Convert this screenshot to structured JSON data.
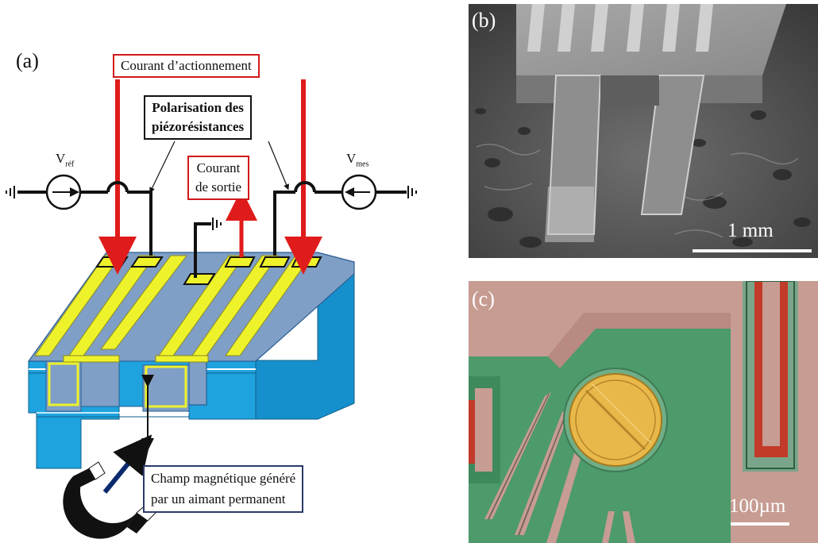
{
  "panel_a": {
    "letter": "(a)",
    "label_current_actuation": "Courant d’actionnement",
    "label_polarization_line1": "Polarisation des",
    "label_polarization_line2": "piézorésistances",
    "label_output_line1": "Courant",
    "label_output_line2": "de sortie",
    "label_field_line1": "Champ magnétique généré",
    "label_field_line2": "par un aimant permanent",
    "v_ref_main": "V",
    "v_ref_sub": "réf",
    "v_mes_main": "V",
    "v_mes_sub": "mes"
  },
  "panel_b": {
    "letter": "(b)",
    "scale_label": "1 mm"
  },
  "panel_c": {
    "letter": "(c)",
    "scale_label": "100µm"
  },
  "colors": {
    "substrate_blue": "#1ea3df",
    "top_blue": "#7f9fc6",
    "electrode_yellow": "#eef22b",
    "arrow_red": "#e01b1b",
    "optical_green": "#4d9a6b",
    "optical_pink": "#c79c92",
    "pad_gold": "#e8b84a"
  }
}
